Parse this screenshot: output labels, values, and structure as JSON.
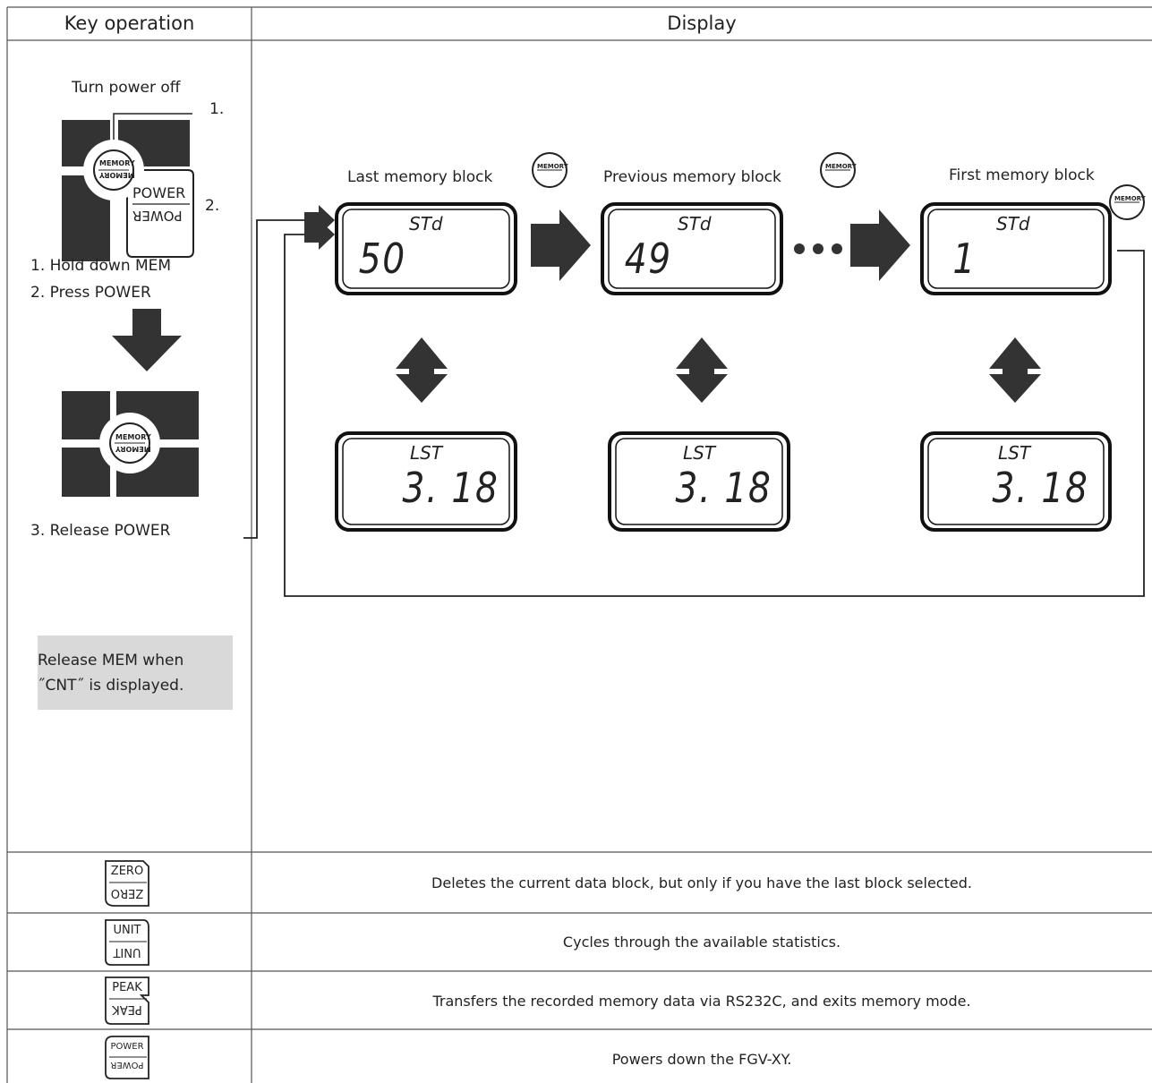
{
  "header": {
    "key_operation": "Key operation",
    "display": "Display"
  },
  "key_panel": {
    "turn_power_off": "Turn power off",
    "callout_1": "1.",
    "callout_2": "2.",
    "power_key_top": "POWER",
    "power_key_bottom": "POWER",
    "memory_key_top": "MEMORY",
    "memory_key_bottom": "MEMORY",
    "step_1": "1. Hold down MEM",
    "step_2": "2. Press POWER",
    "step_3": "3. Release POWER",
    "note_line_1": "Release MEM when",
    "note_line_2": "˝CNT˝ is displayed."
  },
  "display_flow": {
    "blocks": [
      {
        "title": "Last memory block",
        "top_label": "STd",
        "top_value": "50",
        "bottom_label": "LST",
        "bottom_value": "3. 18"
      },
      {
        "title": "Previous memory block",
        "top_label": "STd",
        "top_value": "49",
        "bottom_label": "LST",
        "bottom_value": "3. 18"
      },
      {
        "title": "First memory block",
        "top_label": "STd",
        "top_value": "1",
        "bottom_label": "LST",
        "bottom_value": "3. 18"
      }
    ],
    "ellipsis": "•••"
  },
  "key_rows": [
    {
      "key_top": "ZERO",
      "key_bottom": "ZERO",
      "description": "Deletes the current data block, but only if you have the last block selected."
    },
    {
      "key_top": "UNIT",
      "key_bottom": "UNIT",
      "description": "Cycles through the available statistics."
    },
    {
      "key_top": "PEAK",
      "key_bottom": "PEAK",
      "description": "Transfers the recorded memory data via RS232C, and exits memory mode."
    },
    {
      "key_top": "POWER",
      "key_bottom": "POWER",
      "description": "Powers down the FGV-XY."
    }
  ]
}
